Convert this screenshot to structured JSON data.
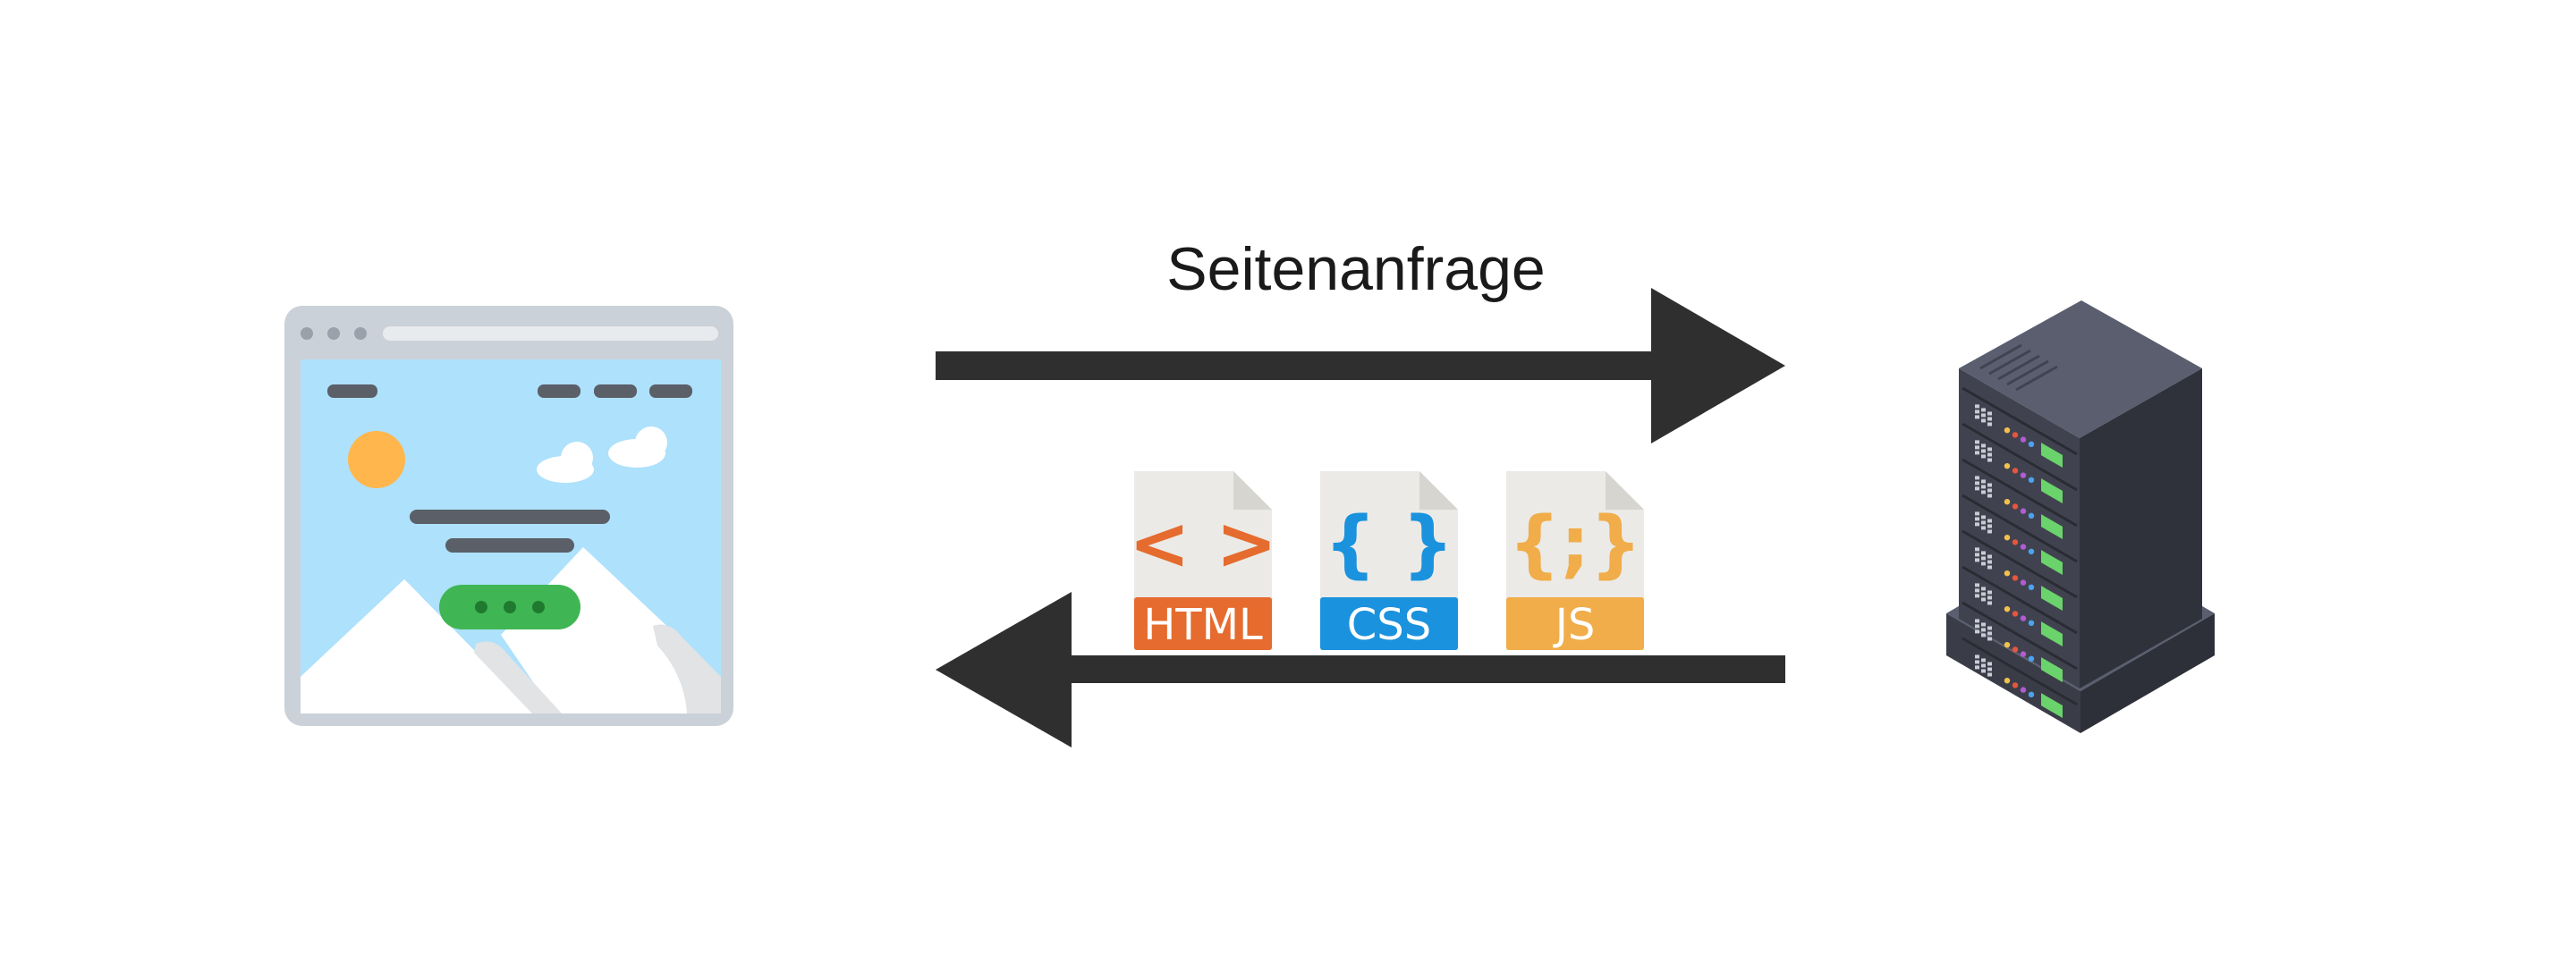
{
  "request_label": "Seitenanfrage",
  "files": [
    {
      "badge": "HTML",
      "glyph": "< >",
      "color": "#e56b2e"
    },
    {
      "badge": "CSS",
      "glyph": "{ }",
      "color": "#1a92dd"
    },
    {
      "badge": "JS",
      "glyph": "{;}",
      "color": "#f0ad4a"
    }
  ],
  "icons": {
    "client": "browser-window-icon",
    "server": "server-rack-icon"
  },
  "colors": {
    "arrow": "#2f2f2f",
    "sky": "#aee1fb",
    "sun": "#ffb74d",
    "button": "#3fb653",
    "server_front": "#40434f",
    "server_top": "#5a5e6f",
    "led_green": "#6bd36b"
  }
}
